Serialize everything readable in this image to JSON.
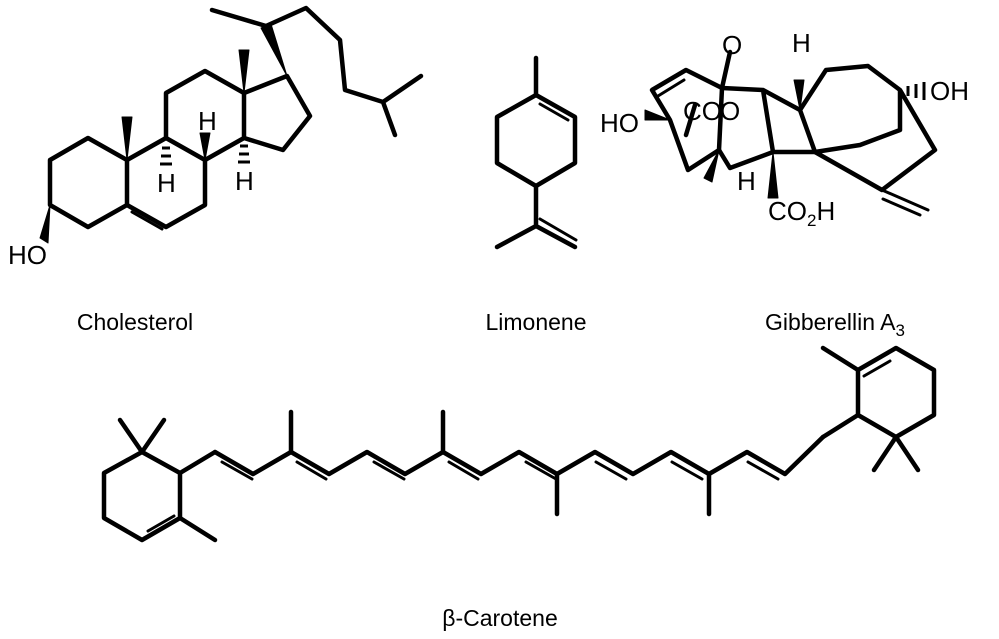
{
  "molecules": {
    "cholesterol": {
      "name": "Cholesterol",
      "hydroxyl": "HO",
      "h1": "H",
      "h2": "H",
      "h3": "H"
    },
    "limonene": {
      "name": "Limonene"
    },
    "gibberellin": {
      "name": "Gibberellin A",
      "name_subscript": "3",
      "hydroxyl_left": "HO",
      "hydroxyl_right": "OH",
      "oxygen": "O",
      "carbonyl_co": "CO",
      "ring_o": "O",
      "h_top": "H",
      "h_bottom": "H",
      "acid_co": "CO",
      "acid_sub": "2",
      "acid_h": "H"
    },
    "beta_carotene": {
      "name": "β-Carotene"
    }
  }
}
